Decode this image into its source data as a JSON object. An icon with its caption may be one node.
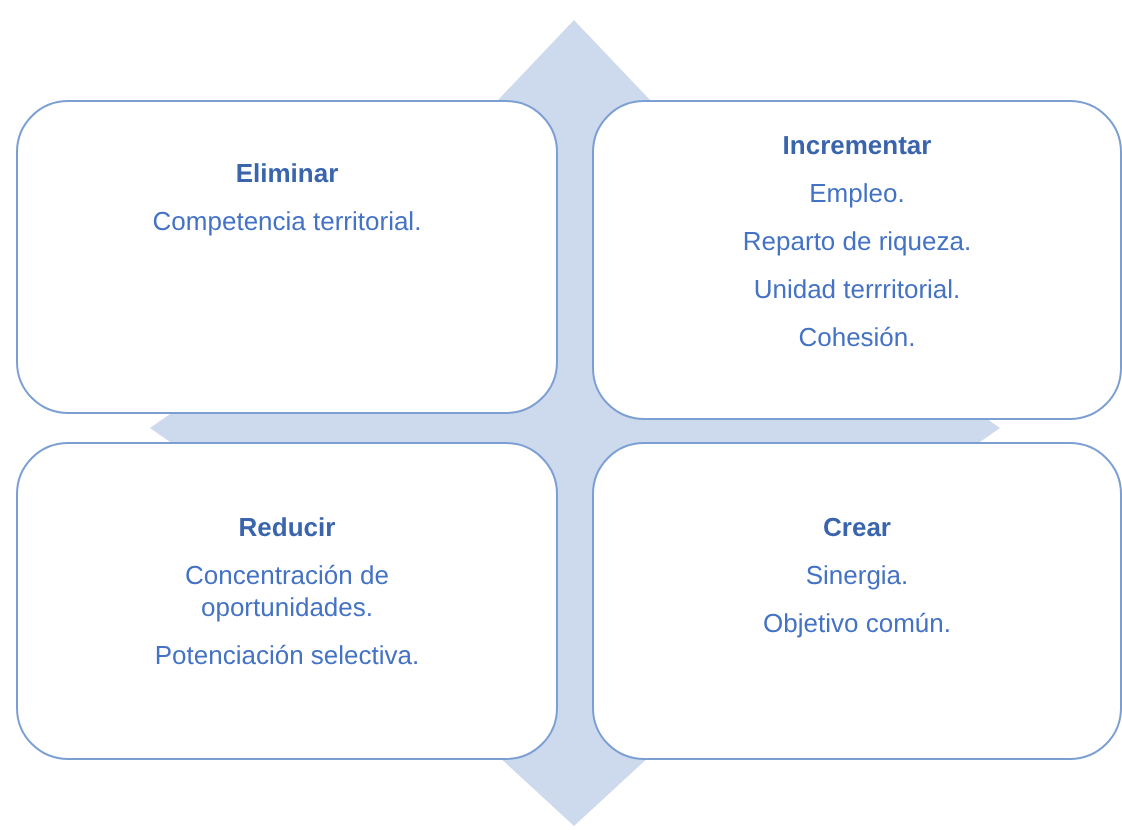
{
  "diagram": {
    "nodes": [
      {
        "text": [
          "Eliminar",
          "Competencia territorial."
        ]
      },
      {
        "text": [
          "Incrementar",
          "Empleo.",
          "Reparto de riqueza.",
          "Unidad terrritorial.",
          "Cohesión."
        ]
      },
      {
        "text": [
          "Reducir",
          "Concentración de oportunidades.",
          "Potenciación selectiva."
        ]
      },
      {
        "text": [
          "Crear",
          "Sinergia.",
          "Objetivo común."
        ]
      }
    ]
  }
}
